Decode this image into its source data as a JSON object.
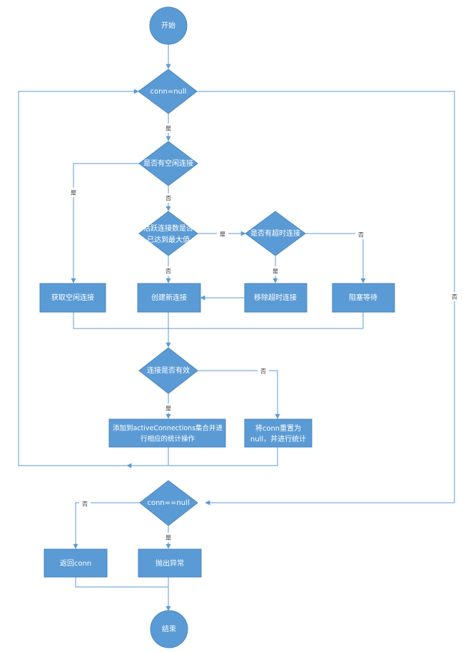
{
  "colors": {
    "node_fill": "#5b9bd5",
    "line": "#5b9bd5",
    "text": "#ffffff",
    "edge_label": "#333333"
  },
  "nodes": {
    "start": "开始",
    "conn_null_1": "conn=null",
    "has_idle": "是否有空闲连接",
    "active_max_line1": "活跃连接数是否",
    "active_max_line2": "已达到最大值",
    "has_timeout": "是否有超时连接",
    "get_idle": "获取空闲连接",
    "create_new": "创建新连接",
    "remove_timeout": "移除超时连接",
    "block_wait": "阻塞等待",
    "is_valid": "连接是否有效",
    "add_active_line1": "添加到activeConnections集合并进",
    "add_active_line2": "行相应的统计操作",
    "reset_line1": "将conn重置为",
    "reset_line2": "null，并进行统计",
    "conn_null_2": "conn==null",
    "return_conn": "返回conn",
    "throw_ex": "抛出异常",
    "end": "结束"
  },
  "edges": {
    "yes": "是",
    "no": "否"
  }
}
